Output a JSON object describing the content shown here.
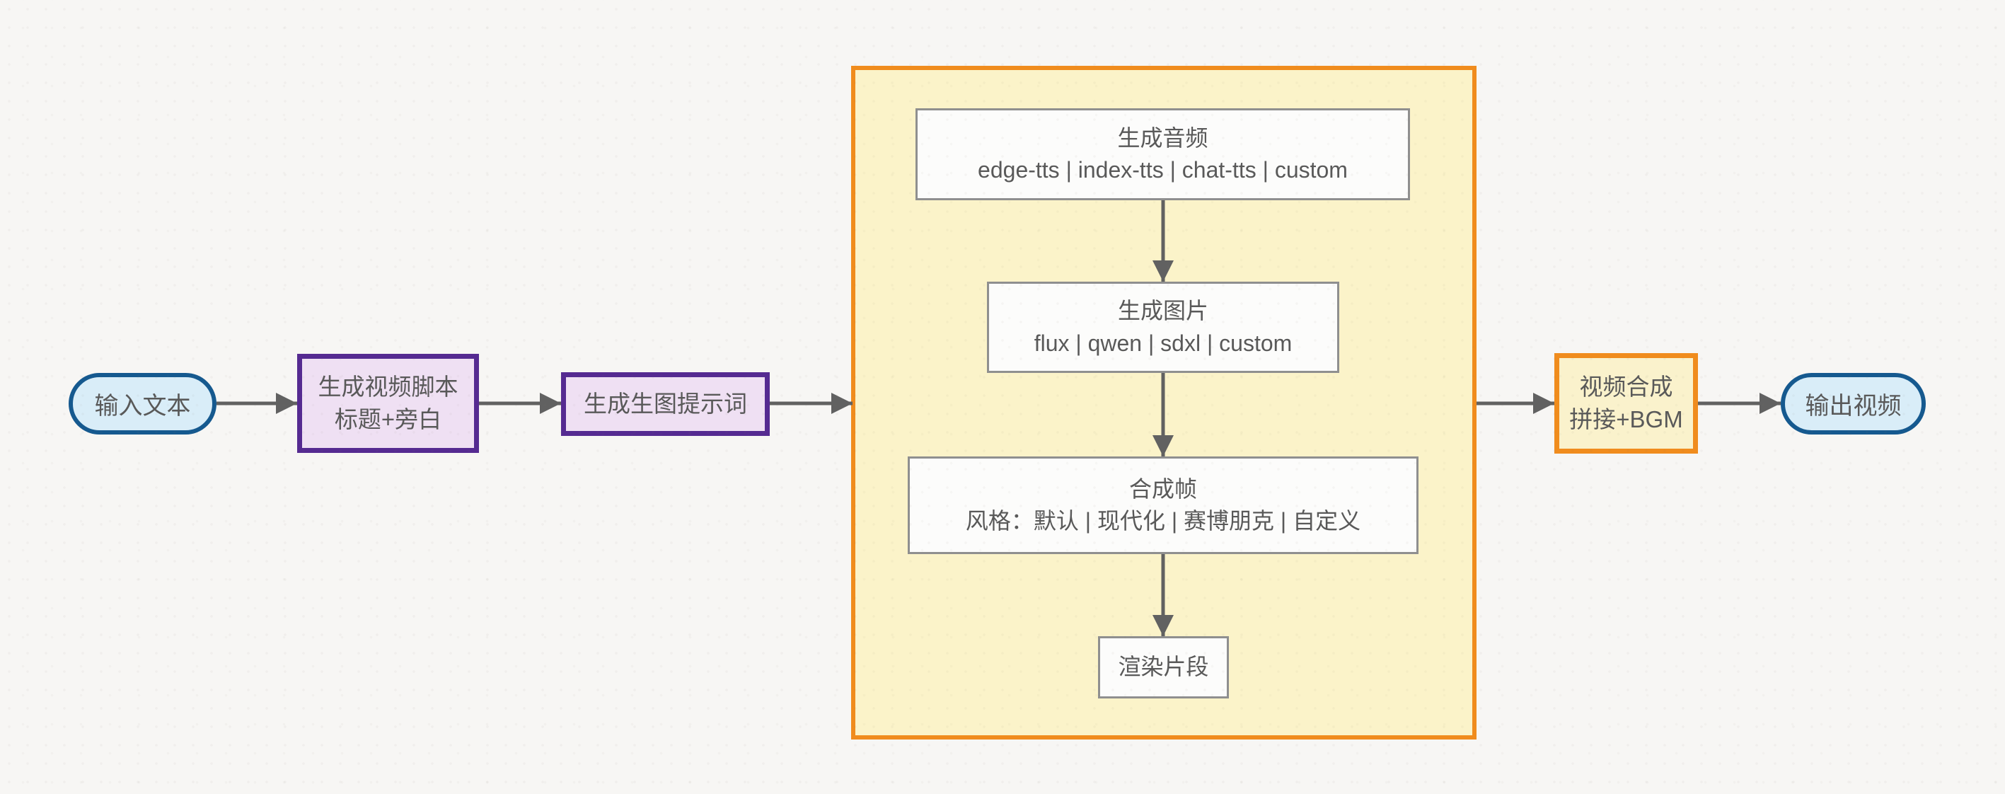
{
  "diagram": {
    "nodes": {
      "input": {
        "label": "输入文本"
      },
      "script": {
        "line1": "生成视频脚本",
        "line2": "标题+旁白"
      },
      "prompt": {
        "label": "生成生图提示词"
      },
      "audio": {
        "line1": "生成音频",
        "line2": "edge-tts | index-tts | chat-tts | custom"
      },
      "image": {
        "line1": "生成图片",
        "line2": "flux | qwen | sdxl | custom"
      },
      "frame": {
        "line1": "合成帧",
        "line2": "风格：默认 | 现代化 | 赛博朋克 | 自定义"
      },
      "render": {
        "label": "渲染片段"
      },
      "compose": {
        "line1": "视频合成",
        "line2": "拼接+BGM"
      },
      "output": {
        "label": "输出视频"
      }
    },
    "colors": {
      "background": "#f7f6f4",
      "stadium_fill": "#d9edf8",
      "stadium_border": "#15598f",
      "purple_fill": "#efe0f3",
      "purple_border": "#552a91",
      "pipeline_fill": "#fbf3c9",
      "pipeline_border": "#f08c1d",
      "white_box_fill": "#fcfcfb",
      "white_box_border": "#8f8f8f",
      "orange_box_fill": "#faf2cc",
      "orange_box_border": "#f08c1d",
      "arrow": "#616161",
      "text": "#595959"
    }
  }
}
